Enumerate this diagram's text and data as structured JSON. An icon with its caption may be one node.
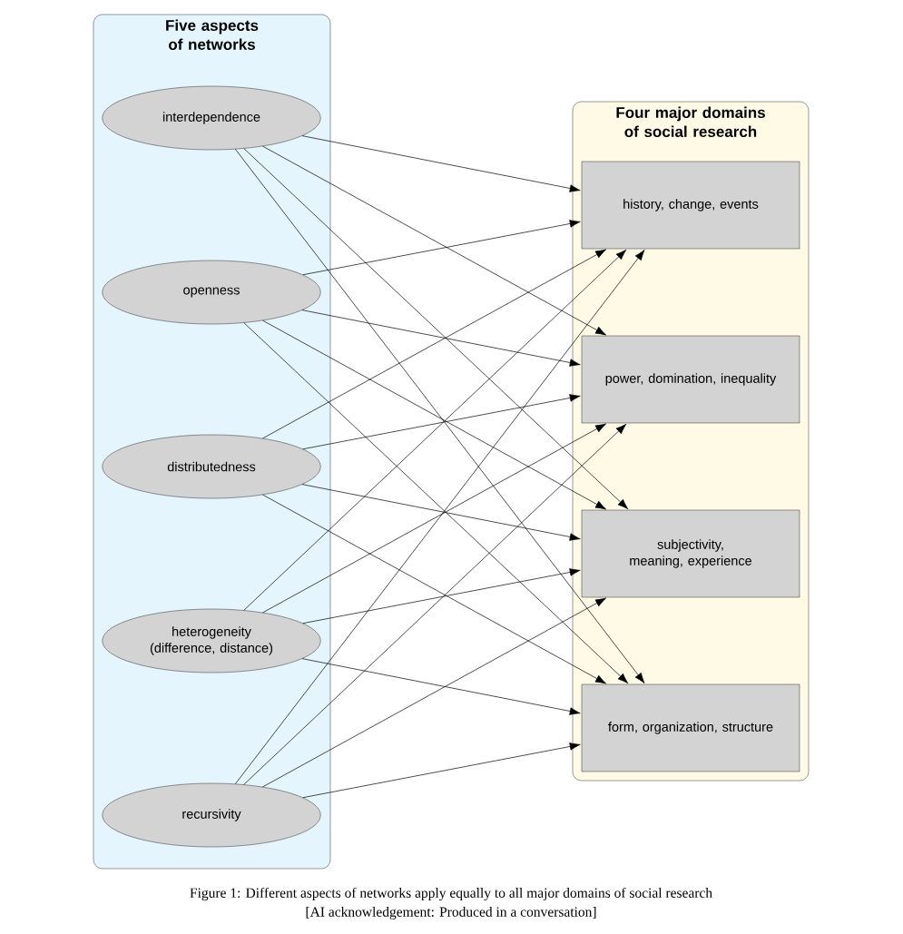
{
  "diagram": {
    "caption": "Figure 1: Different aspects of networks apply equally to all major domains of social research",
    "nodes": [
      {
        "text": [
          "Five aspects of networks"
        ]
      },
      {
        "text": [
          "interdependence"
        ],
        "in": 0
      },
      {
        "text": [
          "openness"
        ],
        "in": 0
      },
      {
        "text": [
          "distributedness"
        ],
        "in": 0
      },
      {
        "text": [
          "heterogeneity (difference, distance)"
        ],
        "in": 0
      },
      {
        "text": [
          "recursivity"
        ],
        "in": 0
      },
      {
        "text": [
          "Four major domains of social research"
        ]
      },
      {
        "text": [
          "history, change, events"
        ],
        "in": 6
      },
      {
        "text": [
          "power, domination, inequality"
        ],
        "in": 6
      },
      {
        "text": [
          "subjectivity, meaning, experience"
        ],
        "in": 6
      },
      {
        "text": [
          "form, organization, structure"
        ],
        "in": 6
      }
    ],
    "edges": [
      {
        "from": 1,
        "to": 7,
        "arrow": "to"
      },
      {
        "from": 1,
        "to": 8,
        "arrow": "to"
      },
      {
        "from": 1,
        "to": 9,
        "arrow": "to"
      },
      {
        "from": 1,
        "to": 10,
        "arrow": "to"
      },
      {
        "from": 2,
        "to": 7,
        "arrow": "to"
      },
      {
        "from": 2,
        "to": 8,
        "arrow": "to"
      },
      {
        "from": 2,
        "to": 9,
        "arrow": "to"
      },
      {
        "from": 2,
        "to": 10,
        "arrow": "to"
      },
      {
        "from": 3,
        "to": 7,
        "arrow": "to"
      },
      {
        "from": 3,
        "to": 8,
        "arrow": "to"
      },
      {
        "from": 3,
        "to": 9,
        "arrow": "to"
      },
      {
        "from": 3,
        "to": 10,
        "arrow": "to"
      },
      {
        "from": 4,
        "to": 7,
        "arrow": "to"
      },
      {
        "from": 4,
        "to": 8,
        "arrow": "to"
      },
      {
        "from": 4,
        "to": 9,
        "arrow": "to"
      },
      {
        "from": 4,
        "to": 10,
        "arrow": "to"
      },
      {
        "from": 5,
        "to": 7,
        "arrow": "to"
      },
      {
        "from": 5,
        "to": 8,
        "arrow": "to"
      },
      {
        "from": 5,
        "to": 9,
        "arrow": "to"
      },
      {
        "from": 5,
        "to": 10,
        "arrow": "to"
      }
    ],
    "labels": [
      "[AI acknowledgement: Produced in a conversation]"
    ]
  }
}
